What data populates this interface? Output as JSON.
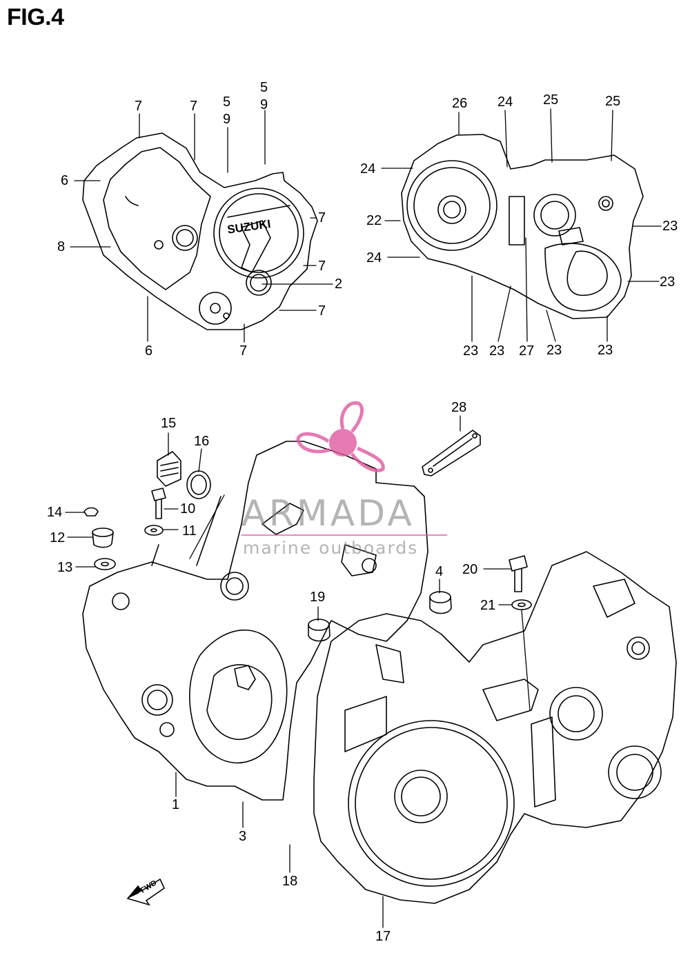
{
  "figure": {
    "title": "FIG.4"
  },
  "watermark": {
    "brand": "ARMADA",
    "tagline": "marine outboards",
    "accent_color": "#e05aa0"
  },
  "fwd_arrow": {
    "text": "FWD"
  },
  "callouts": {
    "left_cover": [
      "7",
      "7",
      "5",
      "9",
      "5",
      "9",
      "6",
      "8",
      "7",
      "7",
      "2",
      "7",
      "6",
      "7"
    ],
    "right_cover": [
      "26",
      "24",
      "25",
      "25",
      "24",
      "22",
      "23",
      "24",
      "23",
      "23",
      "23",
      "27",
      "23",
      "23"
    ],
    "crankcase": [
      "15",
      "16",
      "10",
      "14",
      "11",
      "12",
      "13",
      "28",
      "4",
      "19",
      "20",
      "21",
      "1",
      "3",
      "18",
      "17"
    ]
  }
}
